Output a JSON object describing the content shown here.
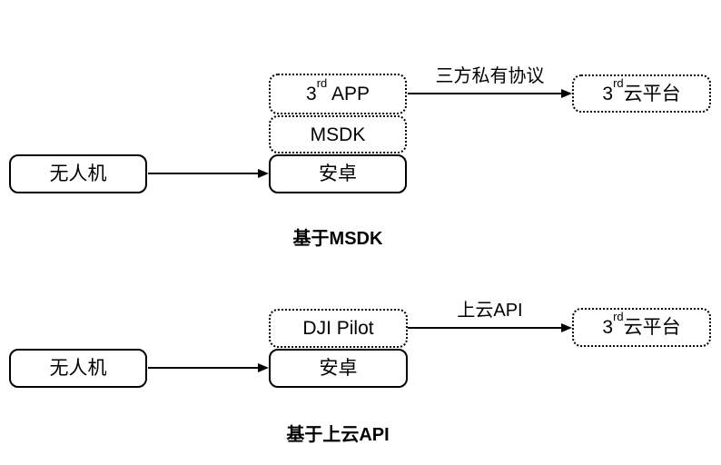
{
  "colors": {
    "line": "#000000",
    "text": "#000000",
    "background": "#ffffff"
  },
  "top_diagram": {
    "caption": "基于MSDK",
    "drone_label": "无人机",
    "app_box": {
      "base": "3",
      "sup": "rd",
      "rest": " APP"
    },
    "msdk_label": "MSDK",
    "android_label": "安卓",
    "arrow_label": "三方私有协议",
    "cloud_box": {
      "base": "3",
      "sup": "rd",
      "rest": "云平台"
    }
  },
  "bottom_diagram": {
    "caption": "基于上云API",
    "drone_label": "无人机",
    "pilot_label": "DJI Pilot",
    "android_label": "安卓",
    "arrow_label": "上云API",
    "cloud_box": {
      "base": "3",
      "sup": "rd",
      "rest": "云平台"
    }
  }
}
